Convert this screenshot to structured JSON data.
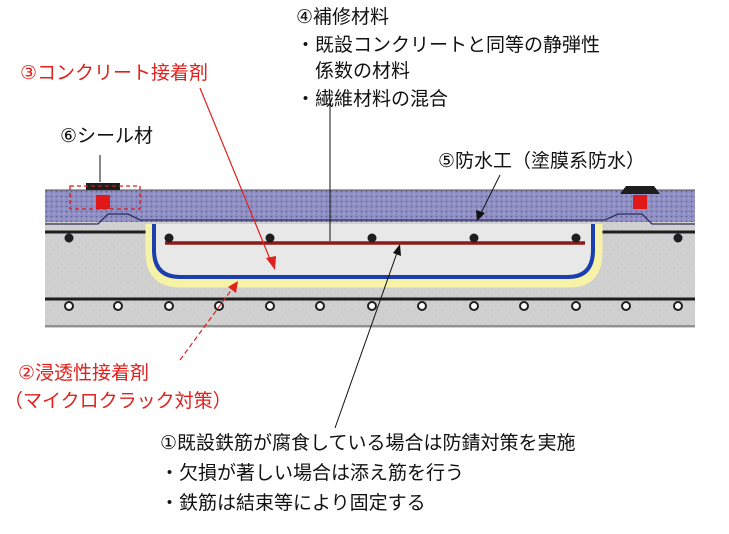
{
  "labels": {
    "repair_material": {
      "title": "④補修材料",
      "bullet1": "・既設コンクリートと同等の静弾性",
      "bullet1_cont": "係数の材料",
      "bullet2": "・繊維材料の混合"
    },
    "concrete_adhesive": "③コンクリート接着剤",
    "seal_material": "⑥シール材",
    "waterproofing": "⑤防水工（塗膜系防水）",
    "penetrating_adhesive": {
      "title": "②浸透性接着剤",
      "note": "（マイクロクラック対策）"
    },
    "rebar": {
      "title": "①既設鉄筋が腐食している場合は防錆対策を実施",
      "bullet1": "・欠損が著しい場合は添え筋を行う",
      "bullet2": "・鉄筋は結束等により固定する"
    }
  },
  "colors": {
    "annotation_red": "#e0211d",
    "text": "#111111",
    "waterproof_layer": "#8f8fc4",
    "concrete": "#d0d0d0",
    "repair_zone": "#e8e8e8",
    "penetrating_adhesive_band": "#f6f3a8",
    "concrete_adhesive_band": "#1b3fae",
    "rebar_dark": "#1e1e1e",
    "added_rebar": "#8b1a1a",
    "seal_red": "#e01818"
  }
}
